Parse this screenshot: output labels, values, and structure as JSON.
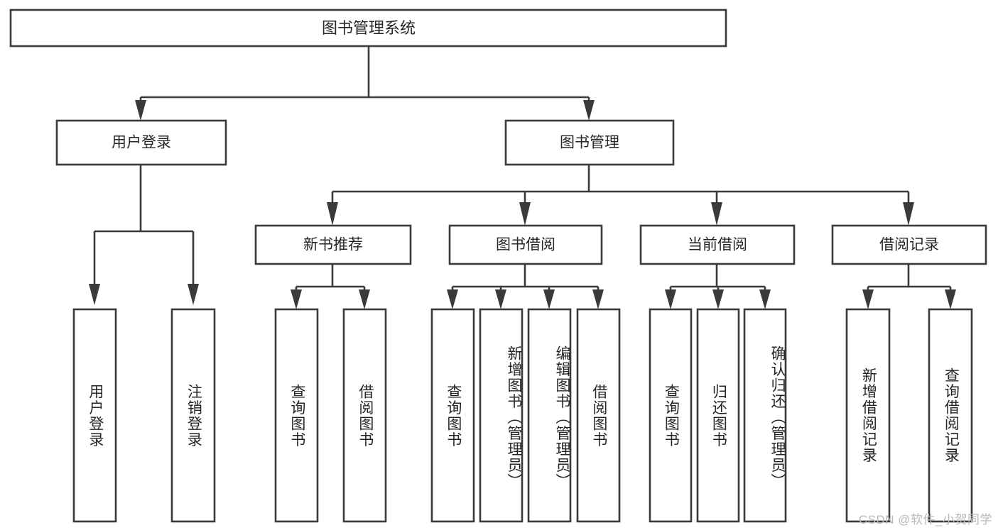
{
  "diagram": {
    "title": "图书管理系统",
    "watermark": "CSDN @软件_小贺同学",
    "style": {
      "line_color": "#3a3a3a",
      "box_fill": "#ffffff",
      "text_color": "#262626",
      "watermark_color": "#b9b9b9"
    },
    "type": "tree-hierarchy",
    "nodes": {
      "root": {
        "label": "图书管理系统"
      },
      "level2": [
        {
          "id": "user-login",
          "label": "用户登录"
        },
        {
          "id": "book-management",
          "label": "图书管理"
        }
      ],
      "level3": [
        {
          "id": "new-book-recommend",
          "label": "新书推荐"
        },
        {
          "id": "book-borrow",
          "label": "图书借阅"
        },
        {
          "id": "current-borrow",
          "label": "当前借阅"
        },
        {
          "id": "borrow-record",
          "label": "借阅记录"
        }
      ],
      "leaves": [
        {
          "id": "leaf-user-login",
          "label": "用户登录",
          "parent": "user-login"
        },
        {
          "id": "leaf-logout-login",
          "label": "注销登录",
          "parent": "user-login"
        },
        {
          "id": "leaf-query-book-1",
          "label": "查询图书",
          "parent": "new-book-recommend"
        },
        {
          "id": "leaf-borrow-book-1",
          "label": "借阅图书",
          "parent": "new-book-recommend"
        },
        {
          "id": "leaf-query-book-2",
          "label": "查询图书",
          "parent": "book-borrow"
        },
        {
          "id": "leaf-add-book",
          "label": "新增图书（管理员）",
          "parent": "book-borrow"
        },
        {
          "id": "leaf-edit-book",
          "label": "编辑图书（管理员）",
          "parent": "book-borrow"
        },
        {
          "id": "leaf-borrow-book-2",
          "label": "借阅图书",
          "parent": "book-borrow"
        },
        {
          "id": "leaf-query-book-3",
          "label": "查询图书",
          "parent": "current-borrow"
        },
        {
          "id": "leaf-return-book",
          "label": "归还图书",
          "parent": "current-borrow"
        },
        {
          "id": "leaf-confirm-return",
          "label": "确认归还（管理员）",
          "parent": "current-borrow"
        },
        {
          "id": "leaf-add-record",
          "label": "新增借阅记录",
          "parent": "borrow-record"
        },
        {
          "id": "leaf-query-record",
          "label": "查询借阅记录",
          "parent": "borrow-record"
        }
      ]
    }
  }
}
